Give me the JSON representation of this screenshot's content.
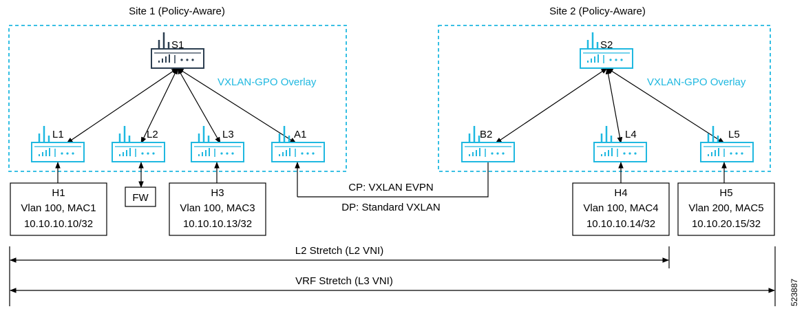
{
  "sites": {
    "site1": {
      "title": "Site 1 (Policy-Aware)",
      "overlay": "VXLAN-GPO Overlay"
    },
    "site2": {
      "title": "Site 2 (Policy-Aware)",
      "overlay": "VXLAN-GPO Overlay"
    }
  },
  "switches": {
    "s1": "S1",
    "s2": "S2",
    "l1": "L1",
    "l2": "L2",
    "l3": "L3",
    "a1": "A1",
    "b2": "B2",
    "l4": "L4",
    "l5": "L5"
  },
  "hosts": {
    "h1": {
      "name": "H1",
      "vlan": "Vlan 100, MAC1",
      "ip": "10.10.10.10/32"
    },
    "fw": {
      "name": "FW"
    },
    "h3": {
      "name": "H3",
      "vlan": "Vlan 100, MAC3",
      "ip": "10.10.10.13/32"
    },
    "h4": {
      "name": "H4",
      "vlan": "Vlan 100, MAC4",
      "ip": "10.10.10.14/32"
    },
    "h5": {
      "name": "H5",
      "vlan": "Vlan 200, MAC5",
      "ip": "10.10.20.15/32"
    }
  },
  "interconnect": {
    "cp": "CP: VXLAN EVPN",
    "dp": "DP: Standard VXLAN"
  },
  "stretch": {
    "l2": "L2 Stretch (L2 VNI)",
    "vrf": "VRF Stretch (L3 VNI)"
  },
  "figure_id": "523887",
  "colors": {
    "accent": "#1fb8e0",
    "dark": "#2c3e50",
    "line": "#000000"
  }
}
